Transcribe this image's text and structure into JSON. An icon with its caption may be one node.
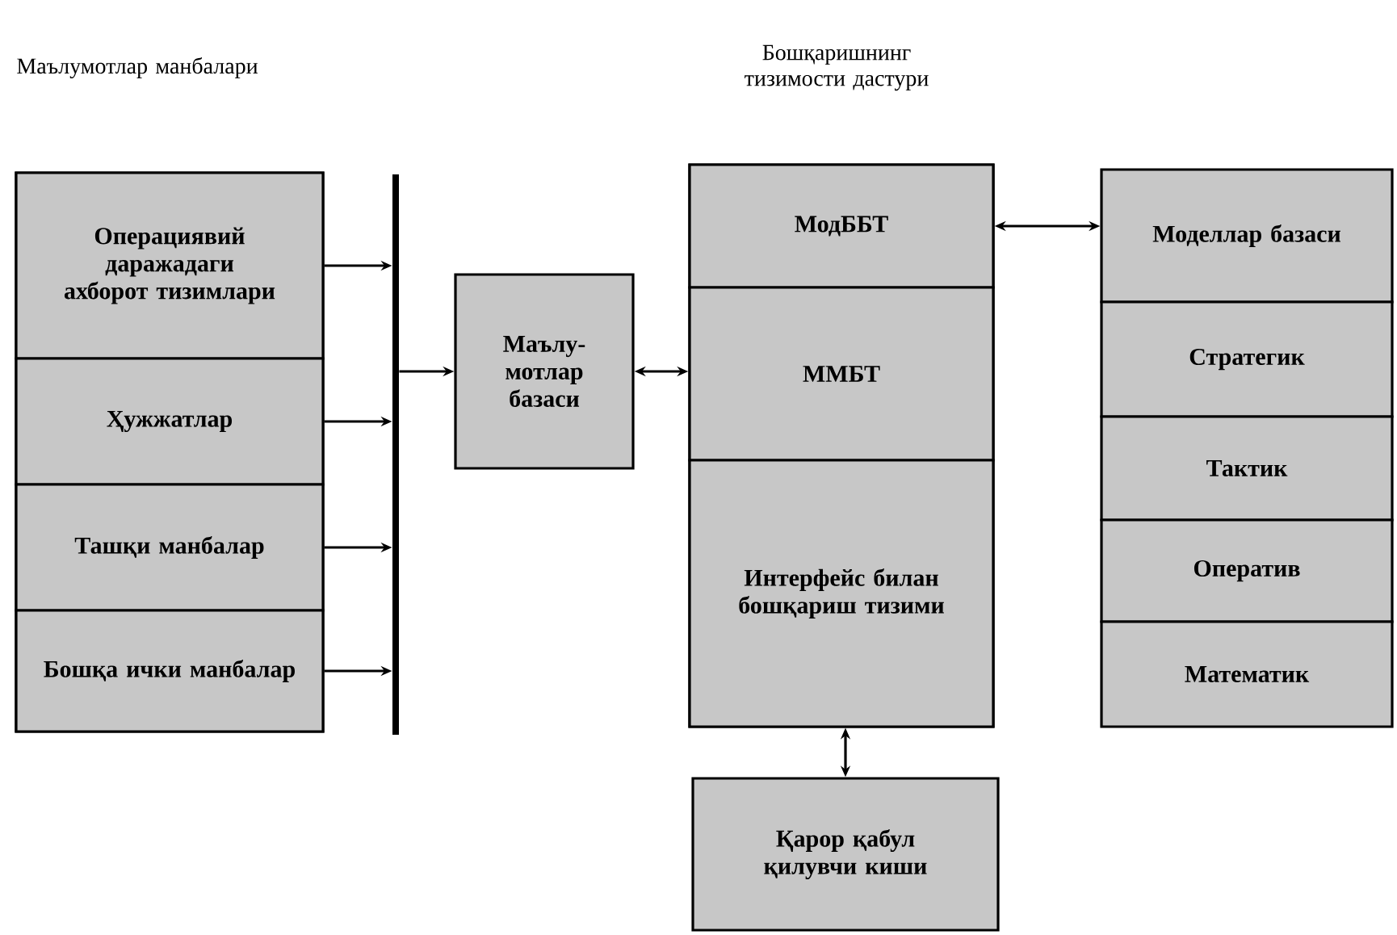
{
  "diagram": {
    "nodes": [
      {
        "text": [
          "Маълумотлар манбалари"
        ]
      },
      {
        "text": [
          "Операциявий даражадаги ахборот тизимлари"
        ],
        "in": 0
      },
      {
        "text": [
          "Ҳужжатлар"
        ],
        "in": 0
      },
      {
        "text": [
          "Ташқи манбалар"
        ],
        "in": 0
      },
      {
        "text": [
          "Бошқа ички манбалар"
        ],
        "in": 0
      },
      {
        "text": [],
        "shape": "bar"
      },
      {
        "text": [
          "Маълу- мотлар базаси"
        ]
      },
      {
        "text": [
          "Бошқаришнинг тизимости дастури"
        ]
      },
      {
        "text": [
          "МодББТ"
        ],
        "in": 7
      },
      {
        "text": [
          "ММБТ"
        ],
        "in": 7
      },
      {
        "text": [
          "Интерфейс билан бошқариш тизими"
        ],
        "in": 7
      },
      {
        "text": [
          "Моделлар базаси"
        ]
      },
      {
        "text": [
          "Стратегик"
        ]
      },
      {
        "text": [
          "Тактик"
        ]
      },
      {
        "text": [
          "Оператив"
        ]
      },
      {
        "text": [
          "Математик"
        ]
      },
      {
        "text": [
          "Қарор қабул қилувчи киши"
        ]
      }
    ],
    "edges": [
      {
        "from": 1,
        "to": 5,
        "arrow": "to"
      },
      {
        "from": 2,
        "to": 5,
        "arrow": "to"
      },
      {
        "from": 3,
        "to": 5,
        "arrow": "to"
      },
      {
        "from": 4,
        "to": 5,
        "arrow": "to"
      },
      {
        "from": 5,
        "to": 6,
        "arrow": "to"
      },
      {
        "from": 6,
        "to": 9,
        "arrow": "both"
      },
      {
        "from": 8,
        "to": 11,
        "arrow": "both"
      },
      {
        "from": 10,
        "to": 16,
        "arrow": "both"
      }
    ]
  }
}
